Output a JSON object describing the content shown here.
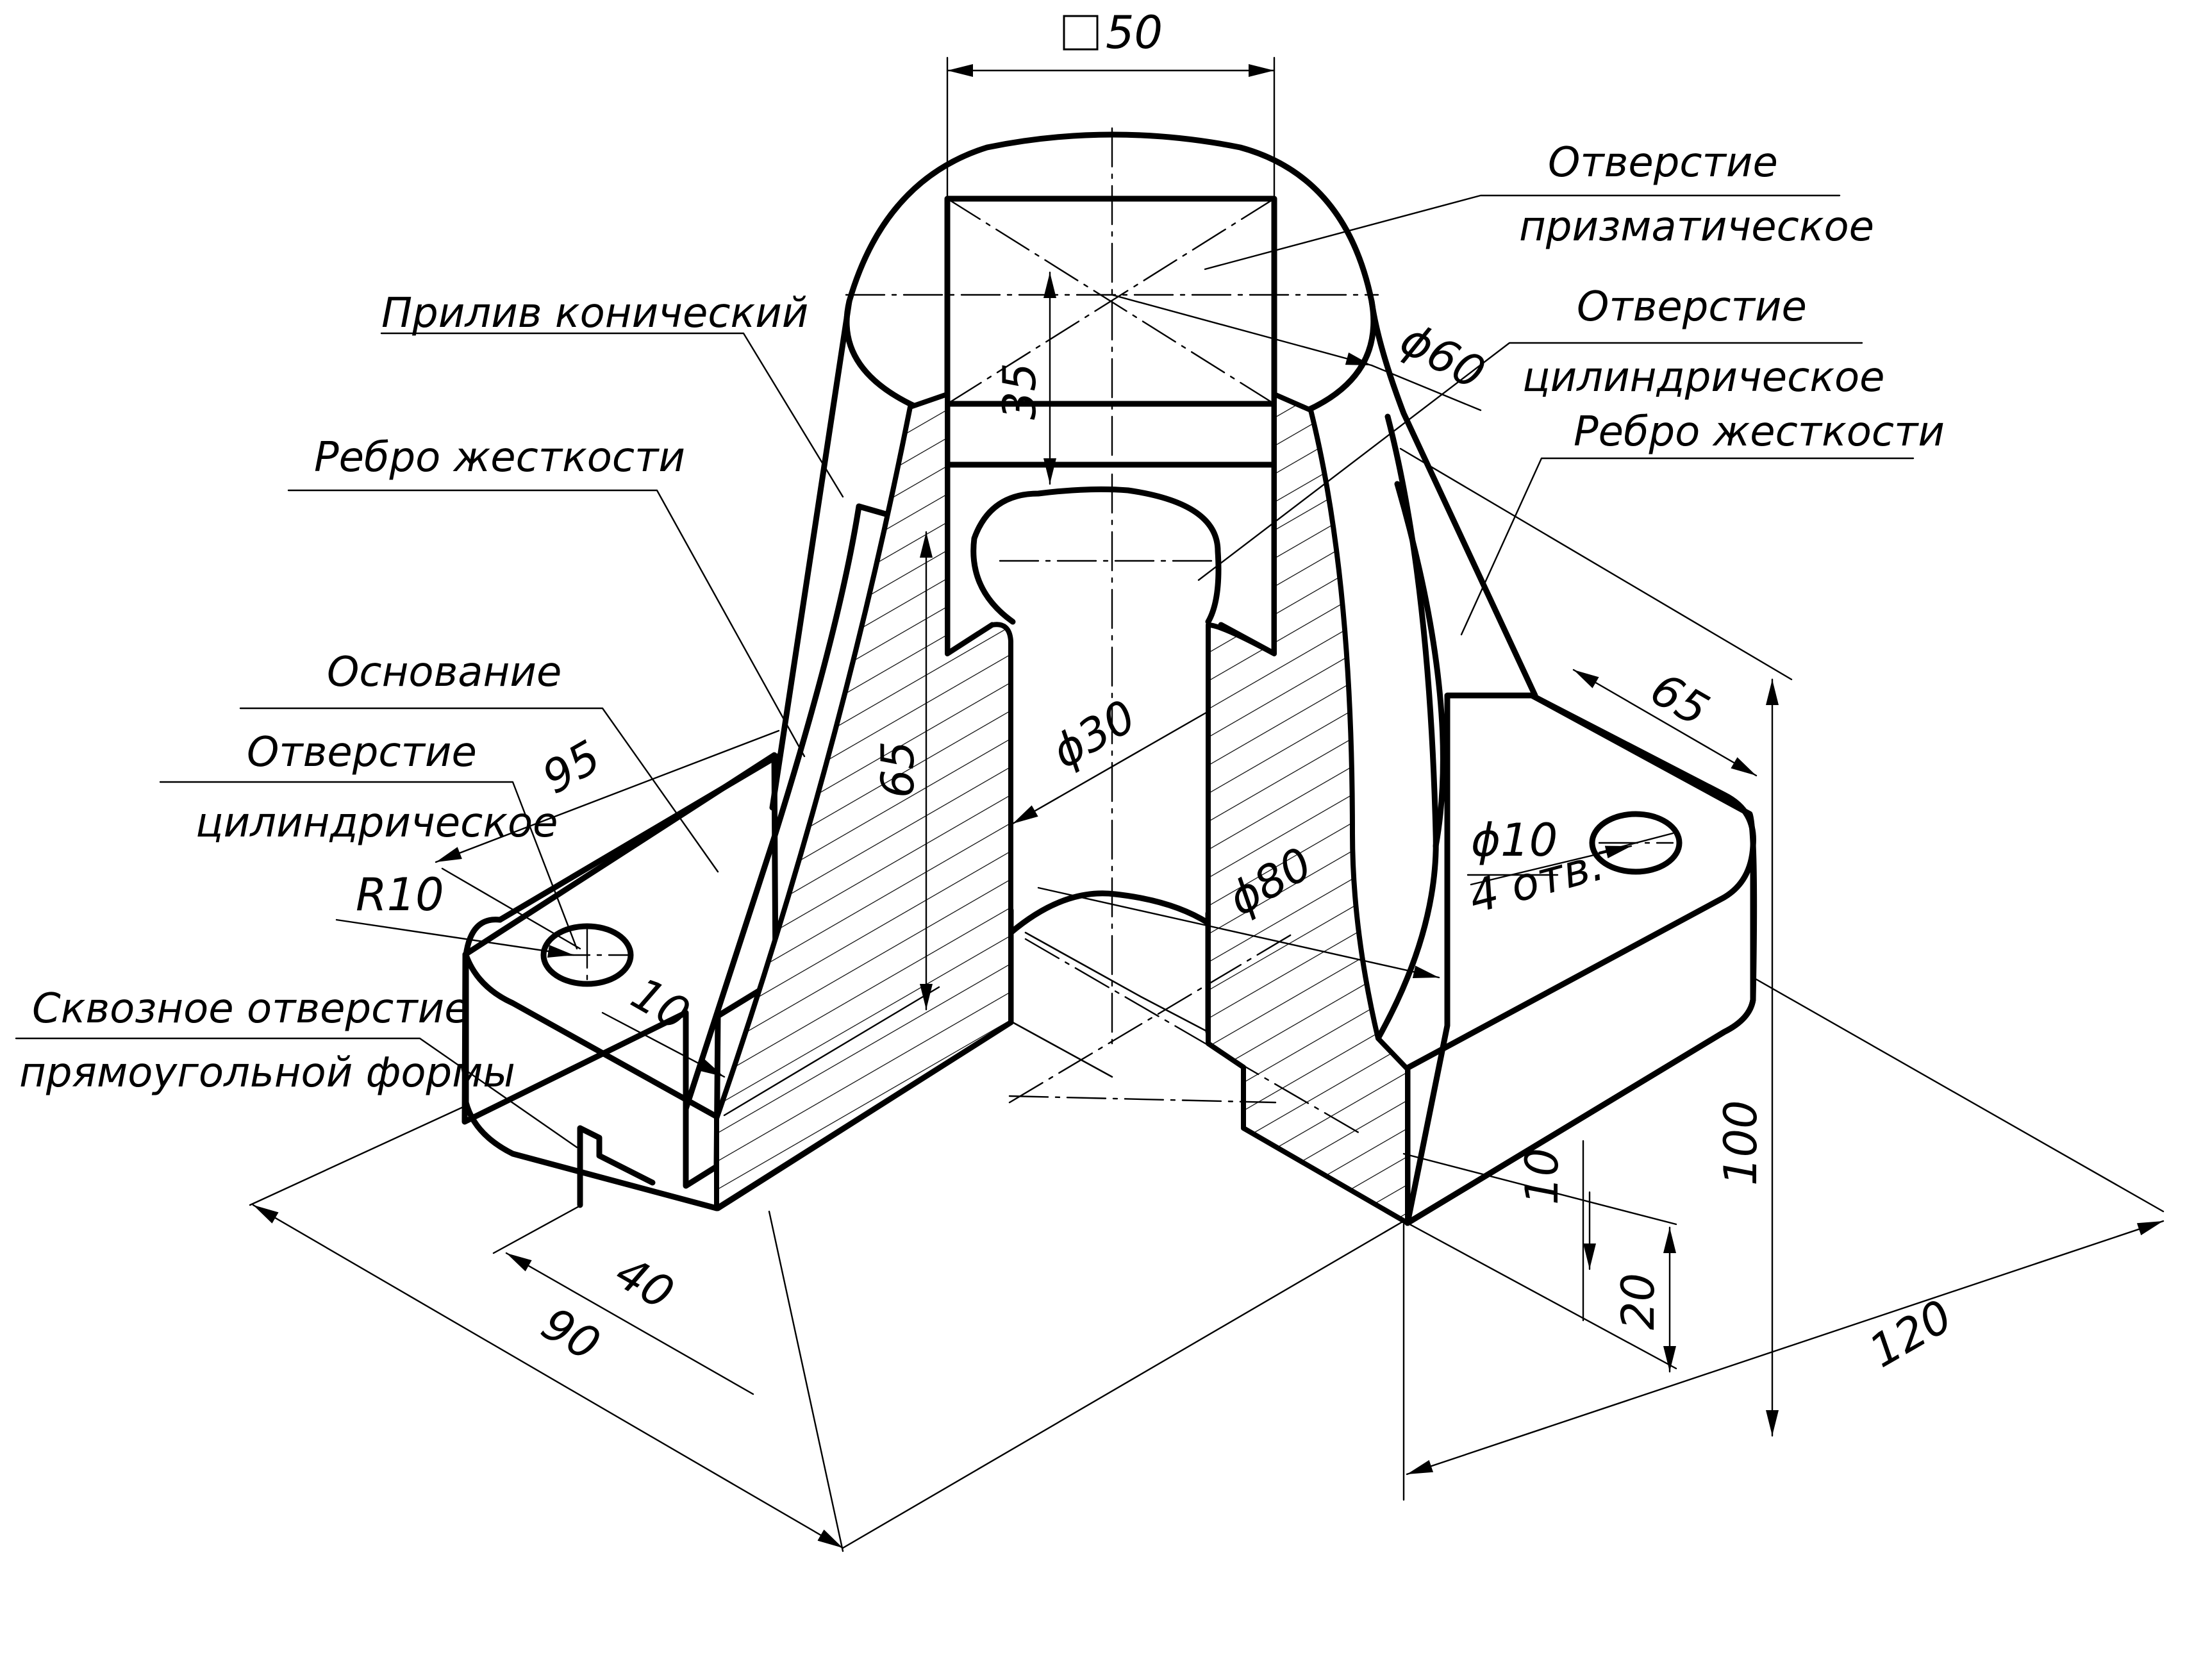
{
  "labels": {
    "prism_hole_1": "Отверстие",
    "prism_hole_2": "призматическое",
    "conical_boss": "Прилив конический",
    "cyl_hole_top_1": "Отверстие",
    "cyl_hole_top_2": "цилиндрическое",
    "rib_left": "Ребро жесткости",
    "rib_right": "Ребро жесткости",
    "base": "Основание",
    "cyl_hole_left_1": "Отверстие",
    "cyl_hole_left_2": "цилиндрическое",
    "rect_hole_1": "Сквозное отверстие",
    "rect_hole_2": "прямоугольной формы"
  },
  "dimensions": {
    "square": "50",
    "d60": "ϕ60",
    "h35": "35",
    "h65": "65",
    "d30": "ϕ30",
    "d80": "ϕ80",
    "l95": "95",
    "r10": "R10",
    "l10_left": "10",
    "l65_right": "65",
    "d10": "ϕ10",
    "holes4": "4 отв.",
    "h10_right": "10",
    "h20": "20",
    "h100": "100",
    "l120": "120",
    "l40": "40",
    "l90": "90"
  }
}
